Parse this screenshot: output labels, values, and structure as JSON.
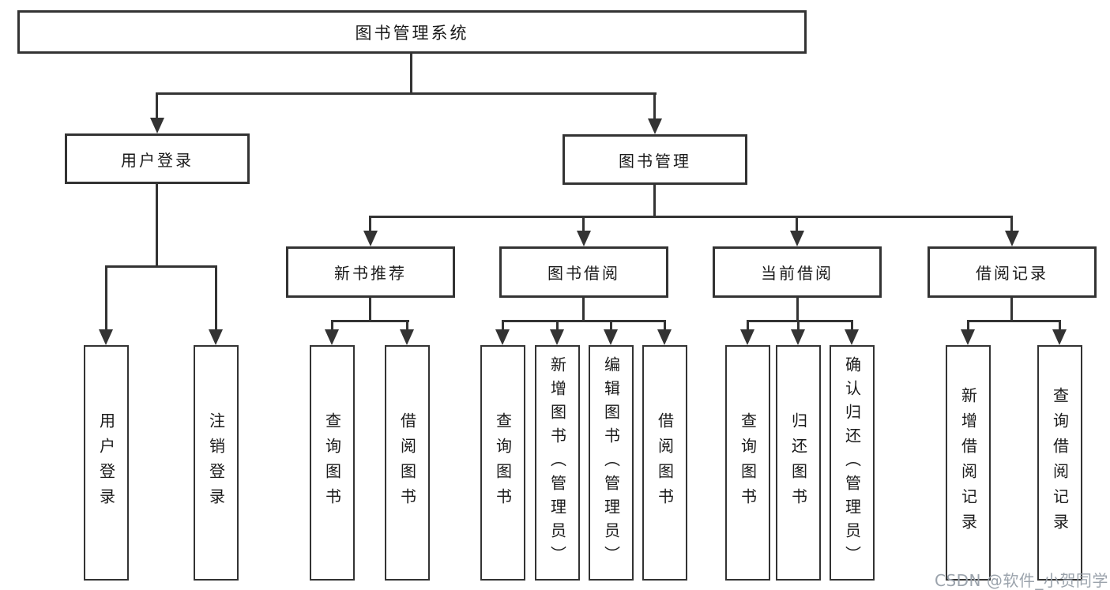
{
  "diagram": {
    "root": {
      "label": "图书管理系统"
    },
    "branches": [
      {
        "label": "用户登录",
        "children": [
          {
            "label": "用户登录"
          },
          {
            "label": "注销登录"
          }
        ]
      },
      {
        "label": "图书管理",
        "children": [
          {
            "label": "新书推荐",
            "children": [
              {
                "label": "查询图书"
              },
              {
                "label": "借阅图书"
              }
            ]
          },
          {
            "label": "图书借阅",
            "children": [
              {
                "label": "查询图书"
              },
              {
                "label": "新增图书（管理员）"
              },
              {
                "label": "编辑图书（管理员）"
              },
              {
                "label": "借阅图书"
              }
            ]
          },
          {
            "label": "当前借阅",
            "children": [
              {
                "label": "查询图书"
              },
              {
                "label": "归还图书"
              },
              {
                "label": "确认归还（管理员）"
              }
            ]
          },
          {
            "label": "借阅记录",
            "children": [
              {
                "label": "新增借阅记录"
              },
              {
                "label": "查询借阅记录"
              }
            ]
          }
        ]
      }
    ]
  },
  "watermark": "CSDN @软件_小贺同学",
  "colors": {
    "line": "#333333",
    "text": "#1a1a1a",
    "watermark": "#9ba3ac",
    "background": "#ffffff"
  }
}
